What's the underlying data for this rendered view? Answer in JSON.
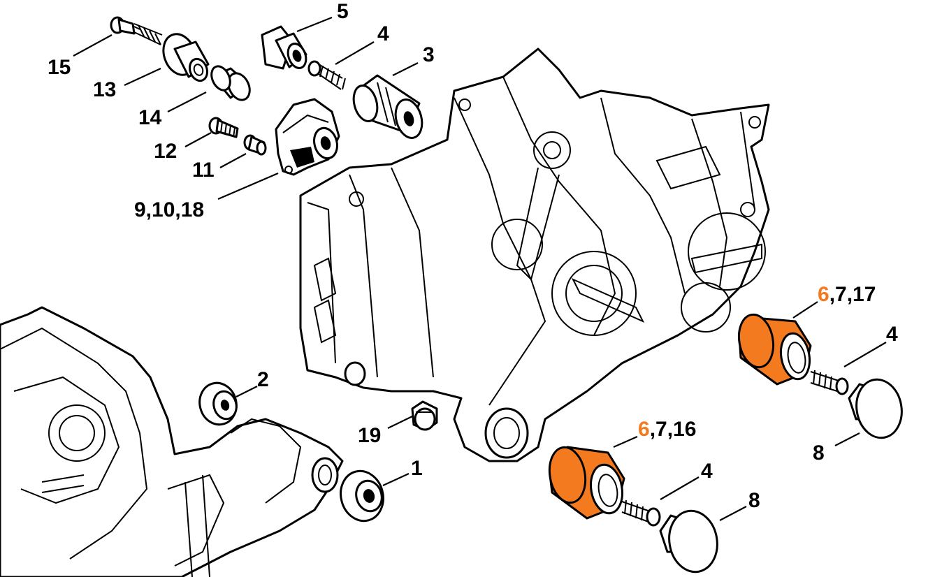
{
  "highlight_color": "#f47a20",
  "line_color": "#000000",
  "labels": {
    "p15": "15",
    "p13": "13",
    "p14": "14",
    "p12": "12",
    "p11": "11",
    "p9_10_18": "9,10,18",
    "p5": "5",
    "p4_top": "4",
    "p3": "3",
    "p2": "2",
    "p19": "19",
    "p1": "1",
    "p6_upper_hl": "6",
    "p6_upper_rest": ",7,17",
    "p4_right": "4",
    "p8_right": "8",
    "p6_lower_hl": "6",
    "p6_lower_rest": ",7,16",
    "p4_lower": "4",
    "p8_lower": "8"
  }
}
